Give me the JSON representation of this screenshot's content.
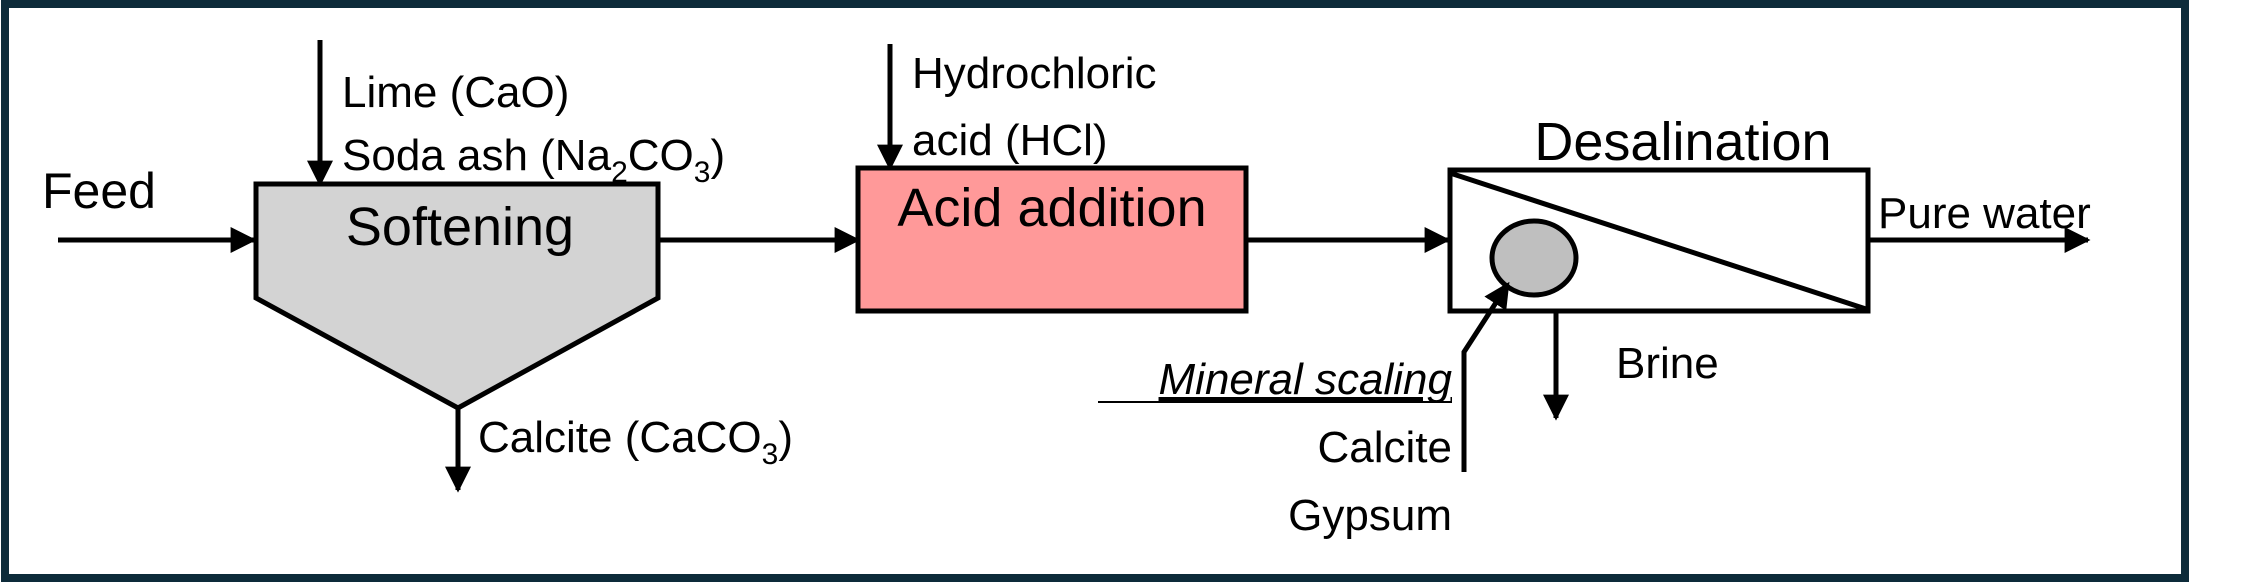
{
  "colors": {
    "frame": "#0d2b3a",
    "softening_fill": "#d3d3d3",
    "acid_fill": "#ff9999",
    "particle_fill": "#bfbfbf",
    "line": "#000000"
  },
  "inputs": {
    "feed": "Feed",
    "lime": "Lime (CaO)",
    "soda_ash": {
      "prefix": "Soda ash (Na",
      "sub1": "2",
      "mid": "CO",
      "sub2": "3",
      "suffix": ")"
    },
    "hcl_line1": "Hydrochloric",
    "hcl_line2": "acid (HCl)"
  },
  "units": {
    "softening": "Softening",
    "acid_addition": "Acid addition",
    "desalination": "Desalination"
  },
  "outputs": {
    "calcite": {
      "prefix": "Calcite (CaCO",
      "sub": "3",
      "suffix": ")"
    },
    "pure_water": "Pure water",
    "brine": "Brine"
  },
  "scaling": {
    "title": "Mineral scaling",
    "item1": "Calcite",
    "item2": "Gypsum"
  }
}
